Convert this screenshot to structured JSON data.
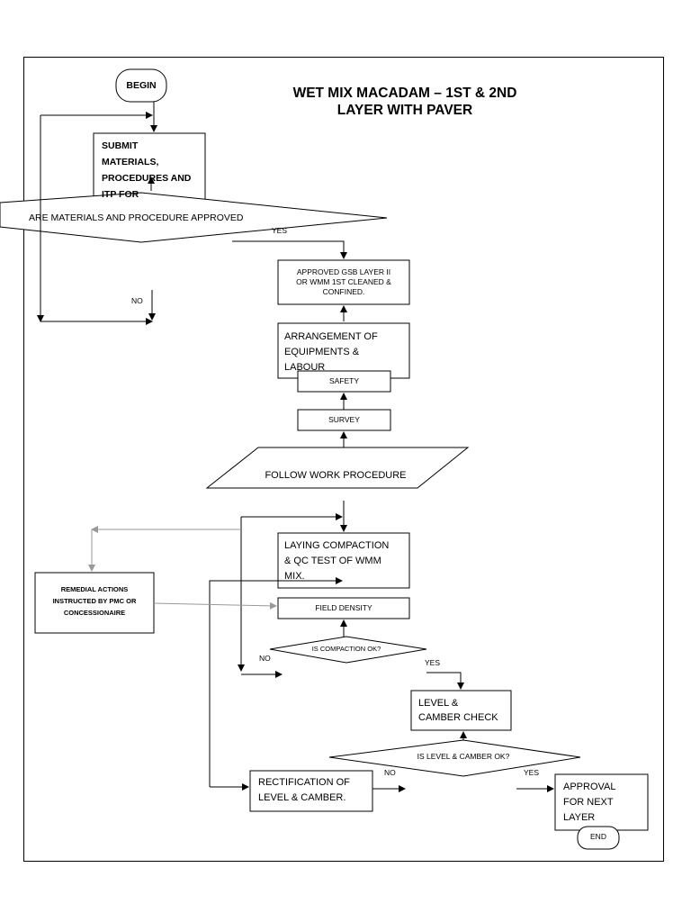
{
  "title": {
    "line1": "WET MIX MACADAM – 1ST & 2ND",
    "line2": "LAYER WITH PAVER"
  },
  "nodes": {
    "begin": "BEGIN",
    "submit": "SUBMIT\nMATERIALS,\nPROCEDURES AND\nITP FOR",
    "approved_question": "ARE MATERIALS AND PROCEDURE APPROVED",
    "gsb_layer": "APPROVED GSB LAYER II\nOR WMM 1ST CLEANED &\nCONFINED.",
    "arrangement": "ARRANGEMENT OF\nEQUIPMENTS &\nLABOUR",
    "safety": "SAFETY",
    "survey": "SURVEY",
    "follow_procedure": "FOLLOW WORK PROCEDURE",
    "laying": "LAYING COMPACTION\n& QC TEST OF WMM\nMIX.",
    "remedial": "REMEDIAL ACTIONS\nINSTRUCTED BY PMC OR\nCONCESSIONAIRE",
    "field_density": "FIELD DENSITY",
    "compaction_question": "IS COMPACTION OK?",
    "level_camber_check": "LEVEL &\nCAMBER CHECK",
    "level_camber_question": "IS LEVEL & CAMBER OK?",
    "rectification": "RECTIFICATION OF\nLEVEL & CAMBER.",
    "approval": "APPROVAL\nFOR NEXT\nLAYER",
    "end": "END"
  },
  "edge_labels": {
    "yes_approved": "YES",
    "no_approved": "NO",
    "no_compaction": "NO",
    "yes_compaction": "YES",
    "no_level": "NO",
    "yes_level": "YES"
  }
}
